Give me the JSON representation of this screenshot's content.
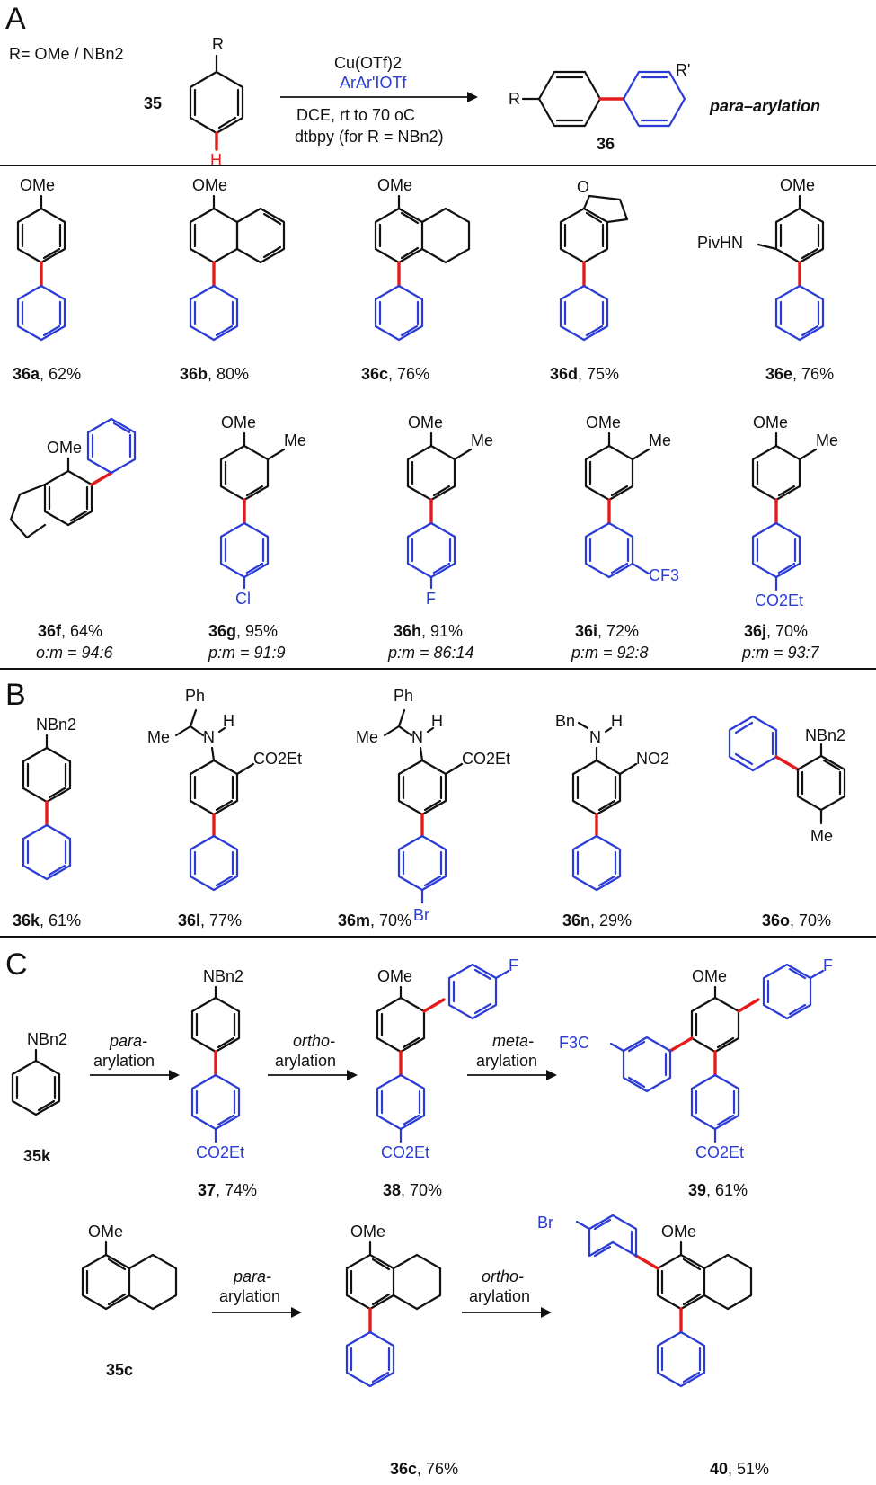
{
  "colors": {
    "ink": "#111111",
    "arene_blue": "#2a3bd6",
    "bond_red": "#e41b1b"
  },
  "panel_labels": {
    "a": "A",
    "b": "B",
    "c": "C"
  },
  "scheme": {
    "r_def": "R= OMe / NBn2",
    "substrate": "35",
    "reagent_1": "Cu(OTf)2",
    "reagent_2": "ArAr'IOTf",
    "condition_1": "DCE, rt to 70 oC",
    "condition_2": "dtbpy (for R = NBn2)",
    "product": "36",
    "mode": "para–arylation",
    "atom_h": "H",
    "atom_r": "R",
    "atom_r_prime": "R'"
  },
  "row1": [
    {
      "id": "36a",
      "yield": ", 62%",
      "sub": "OMe"
    },
    {
      "id": "36b",
      "yield": ", 80%",
      "sub": "OMe"
    },
    {
      "id": "36c",
      "yield": ", 76%",
      "sub": "OMe"
    },
    {
      "id": "36d",
      "yield": ", 75%",
      "sub": "O"
    },
    {
      "id": "36e",
      "yield": ", 76%",
      "sub": "OMe",
      "sub2": "PivHN"
    }
  ],
  "row2": [
    {
      "id": "36f",
      "yield": ", 64%",
      "ratio": "o:m = 94:6",
      "sub": "OMe"
    },
    {
      "id": "36g",
      "yield": ", 95%",
      "ratio": "p:m = 91:9",
      "sub": "OMe",
      "sub2": "Me",
      "aryl_sub": "Cl"
    },
    {
      "id": "36h",
      "yield": ", 91%",
      "ratio": "p:m = 86:14",
      "sub": "OMe",
      "sub2": "Me",
      "aryl_sub": "F"
    },
    {
      "id": "36i",
      "yield": ", 72%",
      "ratio": "p:m = 92:8",
      "sub": "OMe",
      "sub2": "Me",
      "aryl_sub": "CF3"
    },
    {
      "id": "36j",
      "yield": ", 70%",
      "ratio": "p:m = 93:7",
      "sub": "OMe",
      "sub2": "Me",
      "aryl_sub": "CO2Et"
    }
  ],
  "rowB": [
    {
      "id": "36k",
      "yield": ", 61%",
      "sub": "NBn2"
    },
    {
      "id": "36l",
      "yield": ", 77%",
      "sub": "N",
      "h": "H",
      "ph": "Ph",
      "me": "Me",
      "ester": "CO2Et"
    },
    {
      "id": "36m",
      "yield": ", 70%",
      "sub": "N",
      "h": "H",
      "ph": "Ph",
      "me": "Me",
      "ester": "CO2Et",
      "aryl_sub": "Br"
    },
    {
      "id": "36n",
      "yield": ", 29%",
      "sub": "N",
      "h": "H",
      "bn": "Bn",
      "nitro": "NO2"
    },
    {
      "id": "36o",
      "yield": ", 70%",
      "sub": "NBn2",
      "me": "Me"
    }
  ],
  "seqC1": {
    "start": "35k",
    "start_sub": "NBn2",
    "step1": [
      "para-",
      "arylation"
    ],
    "step2": [
      "ortho-",
      "arylation"
    ],
    "step3": [
      "meta-",
      "arylation"
    ],
    "p37": {
      "id": "37",
      "yield": ", 74%",
      "sub": "NBn2",
      "ester": "CO2Et"
    },
    "p38": {
      "id": "38",
      "yield": ", 70%",
      "sub": "OMe",
      "f": "F",
      "ester": "CO2Et"
    },
    "p39": {
      "id": "39",
      "yield": ", 61%",
      "sub": "OMe",
      "f": "F",
      "cf3": "F3C",
      "ester": "CO2Et"
    }
  },
  "seqC2": {
    "start": "35c",
    "start_sub": "OMe",
    "step1": [
      "para-",
      "arylation"
    ],
    "step2": [
      "ortho-",
      "arylation"
    ],
    "p36c": {
      "id": "36c",
      "yield": ", 76%",
      "sub": "OMe"
    },
    "p40": {
      "id": "40",
      "yield": ", 51%",
      "sub": "OMe",
      "br": "Br"
    }
  }
}
